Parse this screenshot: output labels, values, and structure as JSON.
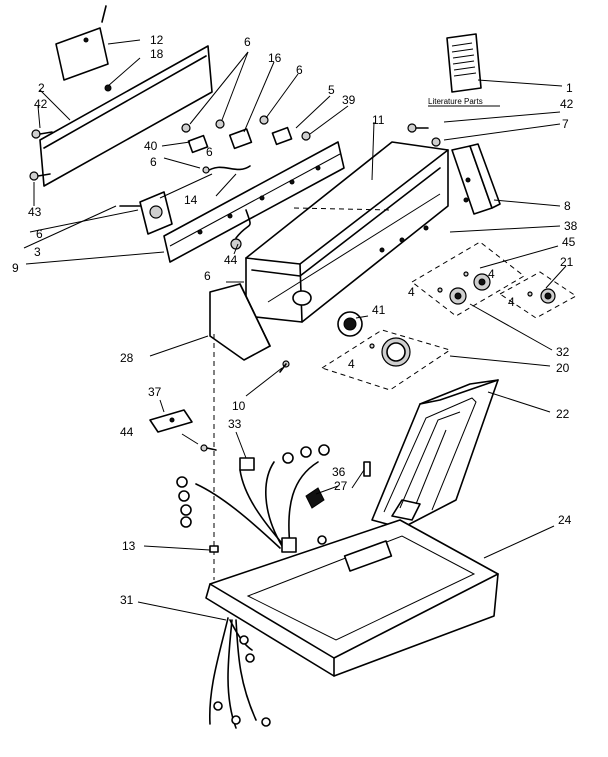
{
  "literature_caption": "Literature Parts",
  "callouts": [
    {
      "id": "c1",
      "text": "1"
    },
    {
      "id": "c2",
      "text": "2"
    },
    {
      "id": "c3",
      "text": "3"
    },
    {
      "id": "c4a",
      "text": "4"
    },
    {
      "id": "c4b",
      "text": "4"
    },
    {
      "id": "c4c",
      "text": "4"
    },
    {
      "id": "c4d",
      "text": "4"
    },
    {
      "id": "c5",
      "text": "5"
    },
    {
      "id": "c6a",
      "text": "6"
    },
    {
      "id": "c6b",
      "text": "6"
    },
    {
      "id": "c6c",
      "text": "6"
    },
    {
      "id": "c6d",
      "text": "6"
    },
    {
      "id": "c6e",
      "text": "6"
    },
    {
      "id": "c6f",
      "text": "6"
    },
    {
      "id": "c7",
      "text": "7"
    },
    {
      "id": "c8",
      "text": "8"
    },
    {
      "id": "c9",
      "text": "9"
    },
    {
      "id": "c10",
      "text": "10"
    },
    {
      "id": "c11",
      "text": "11"
    },
    {
      "id": "c12",
      "text": "12"
    },
    {
      "id": "c13",
      "text": "13"
    },
    {
      "id": "c14",
      "text": "14"
    },
    {
      "id": "c16",
      "text": "16"
    },
    {
      "id": "c18",
      "text": "18"
    },
    {
      "id": "c20",
      "text": "20"
    },
    {
      "id": "c21",
      "text": "21"
    },
    {
      "id": "c22",
      "text": "22"
    },
    {
      "id": "c24",
      "text": "24"
    },
    {
      "id": "c27",
      "text": "27"
    },
    {
      "id": "c28",
      "text": "28"
    },
    {
      "id": "c31",
      "text": "31"
    },
    {
      "id": "c32",
      "text": "32"
    },
    {
      "id": "c33",
      "text": "33"
    },
    {
      "id": "c36",
      "text": "36"
    },
    {
      "id": "c37",
      "text": "37"
    },
    {
      "id": "c38",
      "text": "38"
    },
    {
      "id": "c39",
      "text": "39"
    },
    {
      "id": "c40",
      "text": "40"
    },
    {
      "id": "c41",
      "text": "41"
    },
    {
      "id": "c42a",
      "text": "42"
    },
    {
      "id": "c42b",
      "text": "42"
    },
    {
      "id": "c43",
      "text": "43"
    },
    {
      "id": "c44a",
      "text": "44"
    },
    {
      "id": "c44b",
      "text": "44"
    },
    {
      "id": "c45",
      "text": "45"
    }
  ]
}
